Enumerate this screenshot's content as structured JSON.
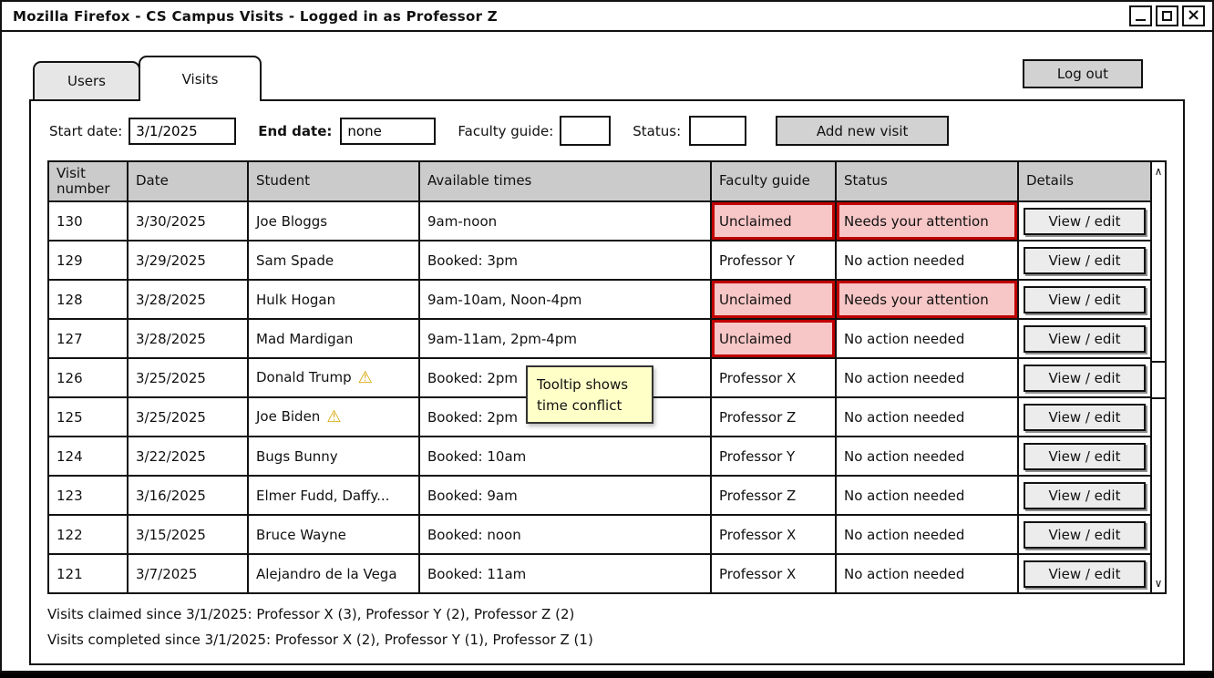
{
  "window": {
    "title": "Mozilla Firefox - CS Campus Visits - Logged in as Professor Z"
  },
  "icons": {
    "minimize": "minimize-dash (css shape)",
    "maximize": "maximize-square (css shape)",
    "close": "×",
    "warning": "⚠",
    "scroll_up": "∧",
    "scroll_down": "∨"
  },
  "tabs": [
    {
      "label": "Users",
      "active": false
    },
    {
      "label": "Visits",
      "active": true
    }
  ],
  "logout_label": "Log out",
  "filters": {
    "start_date_label": "Start date:",
    "start_date_value": "3/1/2025",
    "end_date_label": "End date:",
    "end_date_value": "none",
    "faculty_guide_label": "Faculty guide:",
    "faculty_guide_value": "",
    "status_label": "Status:",
    "status_value": "",
    "add_button": "Add new visit"
  },
  "table": {
    "columns": [
      "Visit number",
      "Date",
      "Student",
      "Available times",
      "Faculty guide",
      "Status",
      "Details"
    ],
    "details_button": "View / edit",
    "rows": [
      {
        "visit_number": "130",
        "date": "3/30/2025",
        "student": "Joe Bloggs",
        "times": "9am-noon",
        "guide": "Unclaimed",
        "status": "Needs your attention",
        "guide_alert": true,
        "status_alert": true,
        "warning": false
      },
      {
        "visit_number": "129",
        "date": "3/29/2025",
        "student": "Sam Spade",
        "times": "Booked: 3pm",
        "guide": "Professor Y",
        "status": "No action needed",
        "guide_alert": false,
        "status_alert": false,
        "warning": false
      },
      {
        "visit_number": "128",
        "date": "3/28/2025",
        "student": "Hulk Hogan",
        "times": "9am-10am, Noon-4pm",
        "guide": "Unclaimed",
        "status": "Needs your attention",
        "guide_alert": true,
        "status_alert": true,
        "warning": false
      },
      {
        "visit_number": "127",
        "date": "3/28/2025",
        "student": "Mad Mardigan",
        "times": "9am-11am, 2pm-4pm",
        "guide": "Unclaimed",
        "status": "No action needed",
        "guide_alert": true,
        "status_alert": false,
        "warning": false
      },
      {
        "visit_number": "126",
        "date": "3/25/2025",
        "student": "Donald Trump",
        "times": "Booked: 2pm",
        "guide": "Professor X",
        "status": "No action needed",
        "guide_alert": false,
        "status_alert": false,
        "warning": true
      },
      {
        "visit_number": "125",
        "date": "3/25/2025",
        "student": "Joe Biden",
        "times": "Booked: 2pm",
        "guide": "Professor Z",
        "status": "No action needed",
        "guide_alert": false,
        "status_alert": false,
        "warning": true
      },
      {
        "visit_number": "124",
        "date": "3/22/2025",
        "student": "Bugs Bunny",
        "times": "Booked: 10am",
        "guide": "Professor Y",
        "status": "No action needed",
        "guide_alert": false,
        "status_alert": false,
        "warning": false
      },
      {
        "visit_number": "123",
        "date": "3/16/2025",
        "student": "Elmer Fudd, Daffy...",
        "times": "Booked: 9am",
        "guide": "Professor Z",
        "status": "No action needed",
        "guide_alert": false,
        "status_alert": false,
        "warning": false
      },
      {
        "visit_number": "122",
        "date": "3/15/2025",
        "student": "Bruce Wayne",
        "times": "Booked: noon",
        "guide": "Professor X",
        "status": "No action needed",
        "guide_alert": false,
        "status_alert": false,
        "warning": false
      },
      {
        "visit_number": "121",
        "date": "3/7/2025",
        "student": "Alejandro de la Vega",
        "times": "Booked: 11am",
        "guide": "Professor X",
        "status": "No action needed",
        "guide_alert": false,
        "status_alert": false,
        "warning": false
      }
    ]
  },
  "tooltip": {
    "line1": "Tooltip shows",
    "line2": "time conflict"
  },
  "footer": {
    "claimed": "Visits claimed since 3/1/2025: Professor X (3), Professor Y (2), Professor Z (2)",
    "completed": "Visits completed since 3/1/2025: Professor X (2), Professor Y (1), Professor Z (1)"
  },
  "colors": {
    "alert_bg": "#f7c6c6",
    "alert_border": "#c00000",
    "tooltip_bg": "#ffffc8",
    "header_bg": "#cbcbcb",
    "button_bg": "#d2d2d2"
  }
}
